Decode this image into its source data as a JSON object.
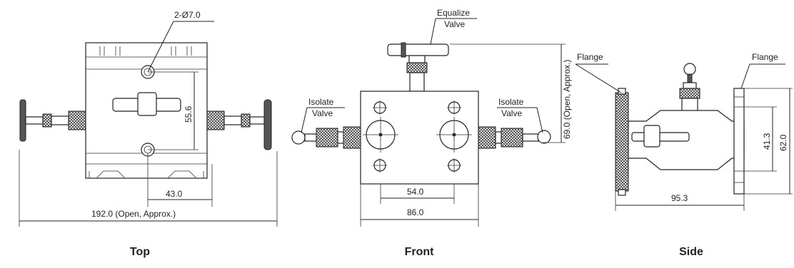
{
  "views": {
    "top": {
      "title": "Top",
      "hole_callout": "2-Ø7.0",
      "dim_hole_pitch": "55.6",
      "dim_offset": "43.0",
      "dim_overall": "192.0 (Open, Approx.)"
    },
    "front": {
      "title": "Front",
      "equalize_label": [
        "Equalize",
        "Valve"
      ],
      "isolate_left_label": [
        "Isolate",
        "Valve"
      ],
      "isolate_right_label": [
        "Isolate",
        "Valve"
      ],
      "dim_height": "69.0 (Open, Approx.)",
      "dim_inner": "54.0",
      "dim_width": "86.0"
    },
    "side": {
      "title": "Side",
      "flange_left": "Flange",
      "flange_right": "Flange",
      "dim_inner_height": "41.3",
      "dim_height": "62.0",
      "dim_width": "95.3"
    }
  }
}
